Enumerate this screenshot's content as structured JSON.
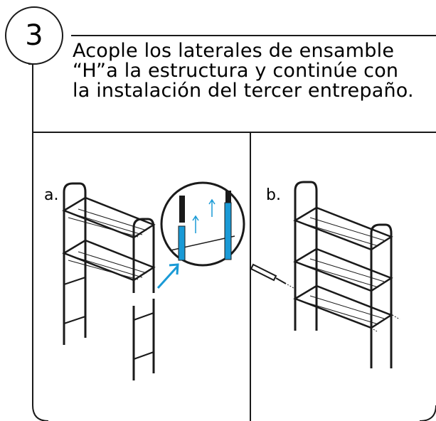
{
  "step": {
    "number": "3"
  },
  "instruction": {
    "line1": "Acople los laterales de ensamble",
    "line2": "“H”a la estructura y continúe con",
    "line3": "la instalación del tercer entrepaño."
  },
  "panels": [
    {
      "label": "a."
    },
    {
      "label": "b."
    }
  ],
  "colors": {
    "line": "#1a1a1a",
    "accent": "#1a9ad6"
  }
}
